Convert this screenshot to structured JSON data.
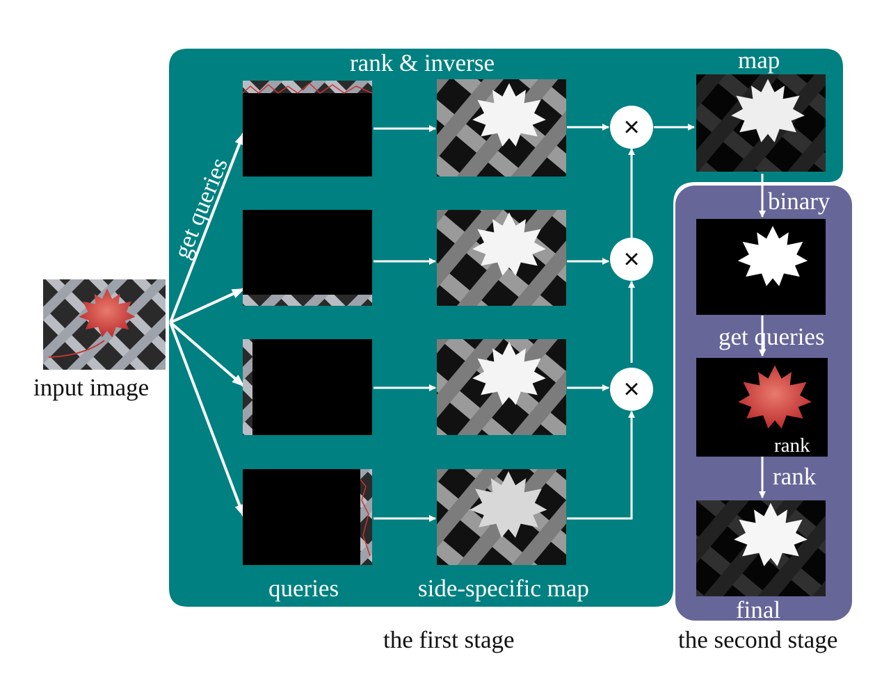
{
  "labels": {
    "input_image": "input image",
    "get_queries_1": "get queries",
    "rank_inverse": "rank & inverse",
    "map": "map",
    "binary": "binary",
    "get_queries_2": "get  queries",
    "rank_inner": "rank",
    "rank_step": "rank",
    "final": "final",
    "queries": "queries",
    "side_specific_map": "side-specific map",
    "first_stage": "the first stage",
    "second_stage": "the second stage",
    "multiply_symbol": "×"
  },
  "colors": {
    "first_stage_panel": "#008080",
    "second_stage_panel": "#666699",
    "arrow": "#ffffff",
    "leaf_red": "#d9423a",
    "lattice_grey": "#b9bcc3"
  }
}
